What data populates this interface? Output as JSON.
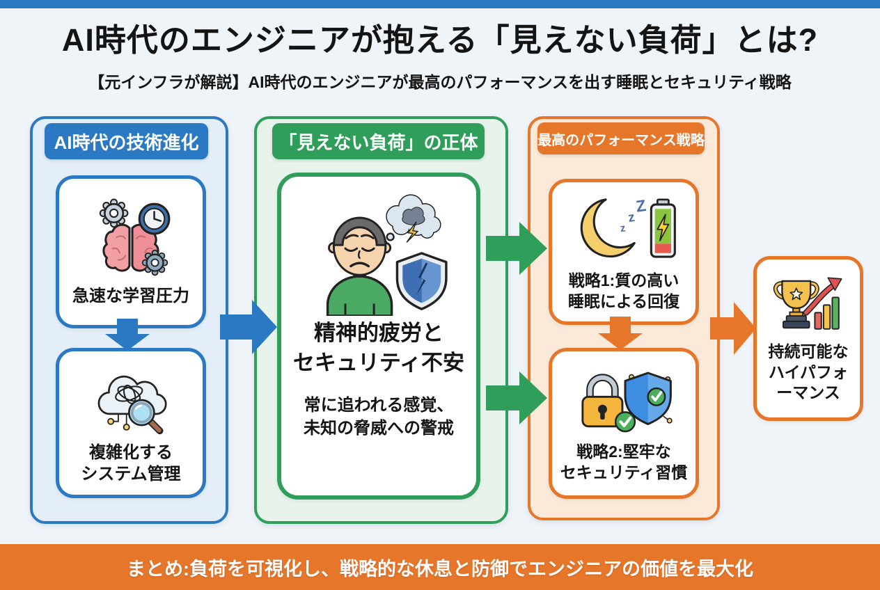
{
  "header": {
    "title": "AI時代のエンジニアが抱える「見えない負荷」とは?",
    "subtitle": "【元インフラが解説】AI時代のエンジニアが最高のパフォーマンスを出す睡眠とセキュリティ戦略"
  },
  "columns": [
    {
      "header": "AI時代の技術進化",
      "accent_color": "#2b79c2",
      "bg_color": "#e3eef8",
      "cards": [
        {
          "icon": "brain-gears-clock-icon",
          "label": "急速な学習圧力"
        },
        {
          "icon": "cloud-magnifier-icon",
          "label": "複雑化する\nシステム管理"
        }
      ]
    },
    {
      "header": "「見えない負荷」の正体",
      "accent_color": "#2f9e5a",
      "bg_color": "#e7f3eb",
      "cards": [
        {
          "icon": "tired-engineer-icon",
          "title": "精神的疲労と\nセキュリティ不安",
          "description": "常に追われる感覚、\n未知の脅威への警戒"
        }
      ]
    },
    {
      "header": "最高のパフォーマンス戦略",
      "accent_color": "#e6762a",
      "bg_color": "#fbead9",
      "cards": [
        {
          "icon": "moon-battery-icon",
          "label": "戦略1:質の高い\n睡眠による回復"
        },
        {
          "icon": "lock-shield-icon",
          "label": "戦略2:堅牢な\nセキュリティ習慣"
        }
      ]
    }
  ],
  "result_card": {
    "icon": "trophy-growth-icon",
    "label": "持続可能な\nハイパフォ\nーマンス"
  },
  "footer": {
    "summary": "まとめ:負荷を可視化し、戦略的な休息と防御でエンジニアの価値を最大化"
  },
  "colors": {
    "blue": "#2b79c2",
    "green": "#2f9e5a",
    "orange": "#e6762a",
    "page_background": "#eff4f9",
    "top_bar": "#2b79c2",
    "footer_bar": "#e6762a",
    "text": "#141414"
  }
}
